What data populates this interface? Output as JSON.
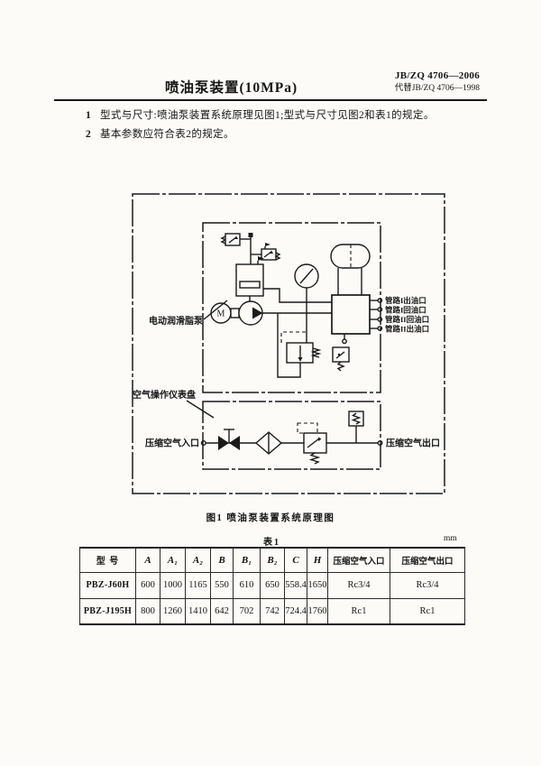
{
  "header": {
    "title": "喷油泵装置(10MPa)",
    "standard_no": "JB/ZQ 4706—2006",
    "replaces": "代替JB/ZQ 4706—1998"
  },
  "clauses": [
    {
      "no": "1",
      "text": "型式与尺寸:喷油泵装置系统原理见图1;型式与尺寸见图2和表1的规定。"
    },
    {
      "no": "2",
      "text": "基本参数应符合表2的规定。"
    }
  ],
  "figure": {
    "caption": "图1  喷油泵装置系统原理图",
    "labels": {
      "motor": "M",
      "grease_pump": "电动润滑脂泵",
      "air_panel": "空气操作仪表盘",
      "air_in": "压缩空气入口",
      "air_out": "压缩空气出口",
      "port_1_out": "管路I出油口",
      "port_1_ret": "管路I回油口",
      "port_2_ret": "管路II回油口",
      "port_2_out": "管路II出油口"
    }
  },
  "table": {
    "caption": "表1",
    "unit": "mm",
    "headers": [
      "型  号",
      "A",
      "A₁",
      "A₂",
      "B",
      "B₁",
      "B₂",
      "C",
      "H",
      "压缩空气入口",
      "压缩空气出口"
    ],
    "rows": [
      [
        "PBZ-J60H",
        "600",
        "1000",
        "1165",
        "550",
        "610",
        "650",
        "558.4",
        "1650",
        "Rc3/4",
        "Rc3/4"
      ],
      [
        "PBZ-J195H",
        "800",
        "1260",
        "1410",
        "642",
        "702",
        "742",
        "724.4",
        "1760",
        "Rc1",
        "Rc1"
      ]
    ]
  }
}
